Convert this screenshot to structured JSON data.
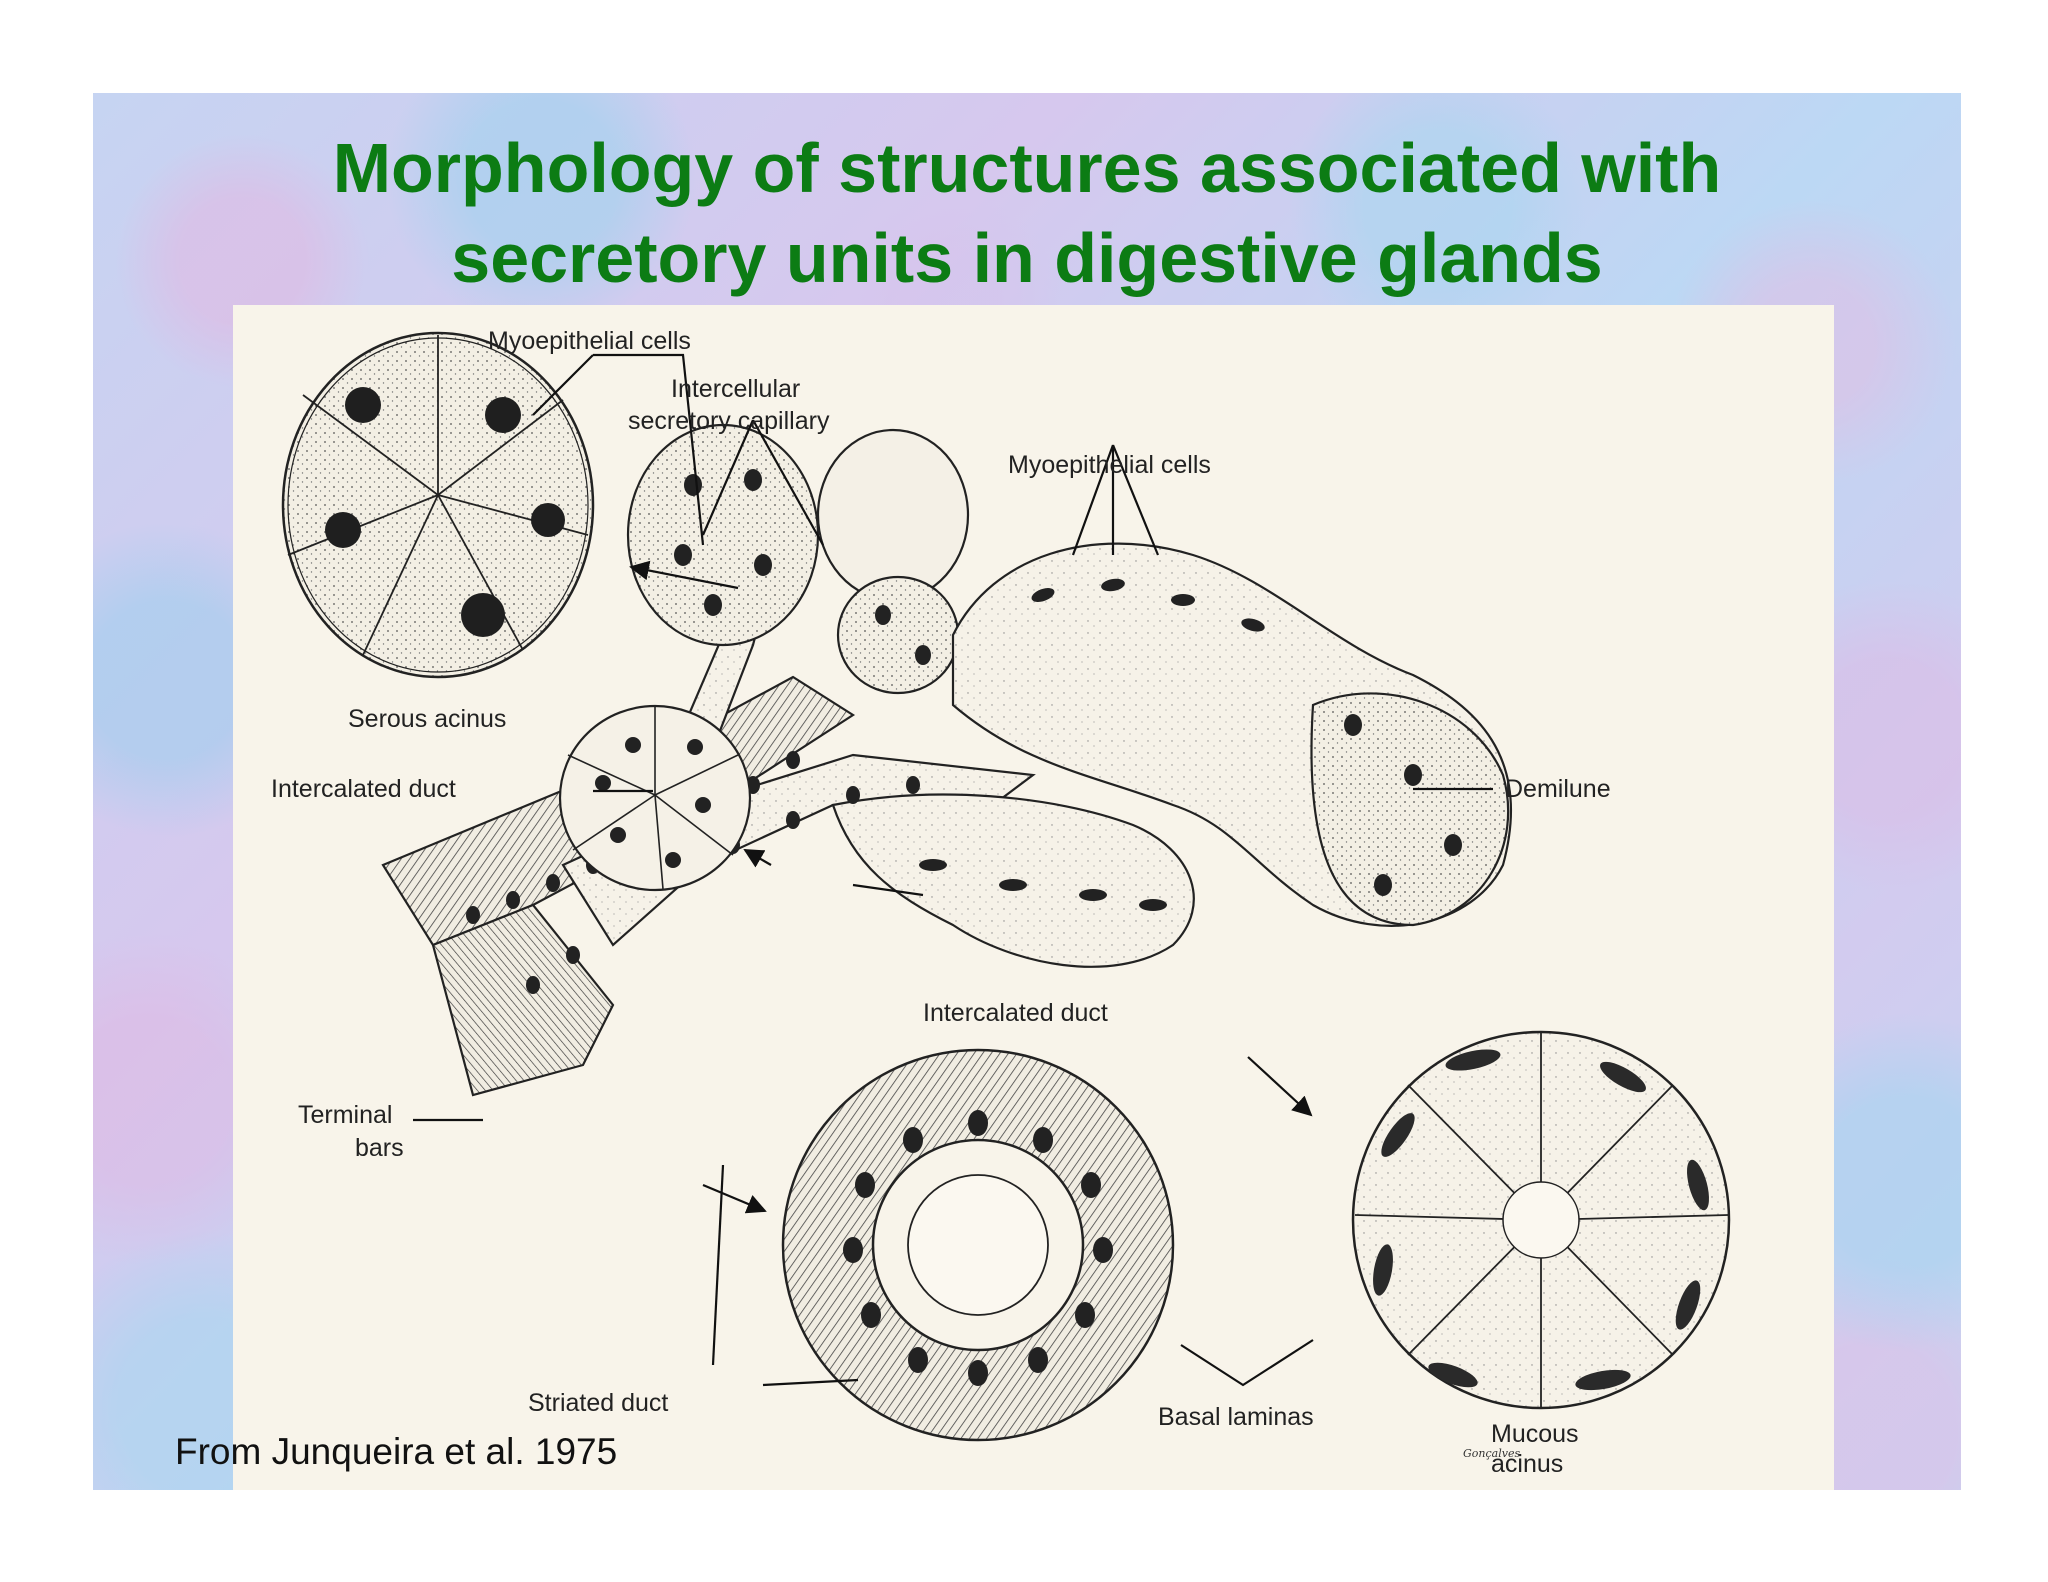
{
  "title": {
    "line1": "Morphology of structures associated with",
    "line2": "secretory units in digestive glands"
  },
  "labels": {
    "myoepithelial_cells_left": "Myoepithelial cells",
    "intercellular_capillary_line1": "Intercellular",
    "intercellular_capillary_line2": "secretory capillary",
    "myoepithelial_cells_right": "Myoepithelial cells",
    "serous_acinus": "Serous acinus",
    "intercalated_duct_left": "Intercalated duct",
    "demilune": "Demilune",
    "intercalated_duct_center": "Intercalated duct",
    "terminal_bars_line1": "Terminal",
    "terminal_bars_line2": "bars",
    "striated_duct": "Striated duct",
    "basal_laminas": "Basal laminas",
    "mucous_acinus_line1": "Mucous",
    "mucous_acinus_line2": "acinus",
    "artist_signature": "Gonçalves"
  },
  "credit": "From Junqueira et al. 1975",
  "colors": {
    "title": "#0c7c14",
    "figure_background": "#f8f4ea",
    "ink": "#222222"
  }
}
